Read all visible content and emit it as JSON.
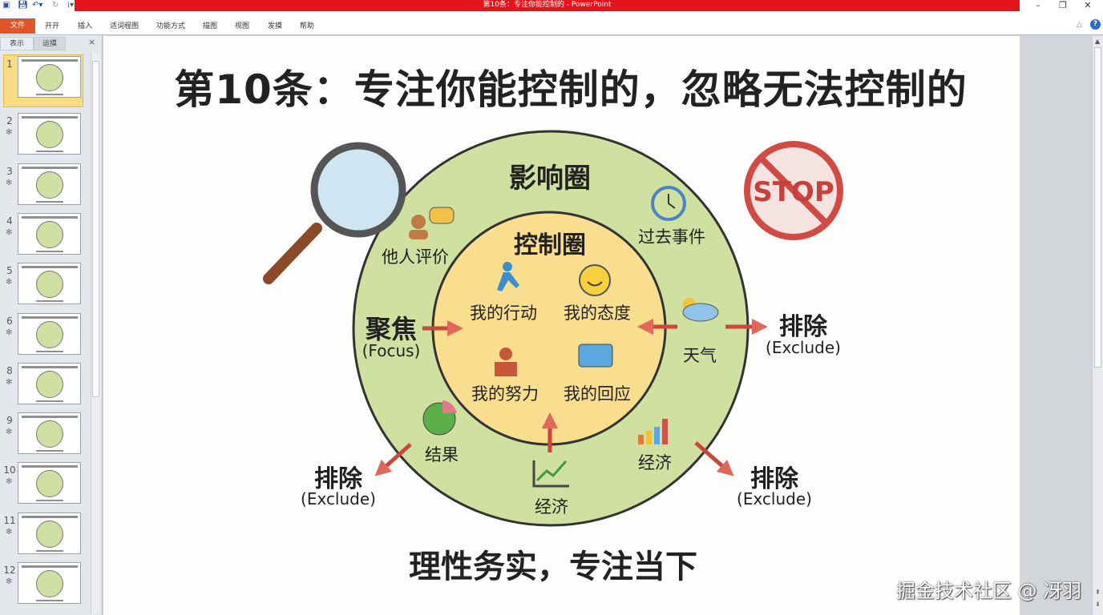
{
  "window": {
    "title": "第10条：专注你能控制的 - PowerPoint"
  },
  "ribbon": {
    "tabs": [
      "文件",
      "开开",
      "插入",
      "适词程图",
      "功能方式",
      "描图",
      "视图",
      "发摸",
      "帮助"
    ]
  },
  "panel": {
    "tabs": [
      "表示",
      "运摸"
    ],
    "close": "×"
  },
  "thumbnails": [
    {
      "num": "1",
      "star": ""
    },
    {
      "num": "2",
      "star": "✻"
    },
    {
      "num": "3",
      "star": "✻"
    },
    {
      "num": "4",
      "star": "✻"
    },
    {
      "num": "5",
      "star": "✻"
    },
    {
      "num": "6",
      "star": "✻"
    },
    {
      "num": "8",
      "star": "✻"
    },
    {
      "num": "9",
      "star": "✻"
    },
    {
      "num": "10",
      "star": "✻"
    },
    {
      "num": "11",
      "star": "✻"
    },
    {
      "num": "12",
      "star": "✻"
    }
  ],
  "slide": {
    "title": "第10条：专注你能控制的，忽略无法控制的",
    "outer_label": "影响圈",
    "inner_label": "控制圈",
    "inner_items": [
      "我的行动",
      "我的态度",
      "我的努力",
      "我的回应"
    ],
    "outer_items": {
      "others": "他人评价",
      "past": "过去事件",
      "weather": "天气",
      "result": "结果",
      "economy1": "经济",
      "economy2": "经济"
    },
    "focus": {
      "zh": "聚焦",
      "en": "(Focus)"
    },
    "exclude": {
      "zh": "排除",
      "en": "(Exclude)"
    },
    "stop": "STOP",
    "footer": "理性务实，专注当下"
  },
  "watermark": "掘金技术社区 @ 冴羽",
  "colors": {
    "titlebar": "#e3141a",
    "file_tab": "#e0552a",
    "outer": "#c8dc9a",
    "inner": "#f7dc8a",
    "arrow": "#e0685a"
  }
}
